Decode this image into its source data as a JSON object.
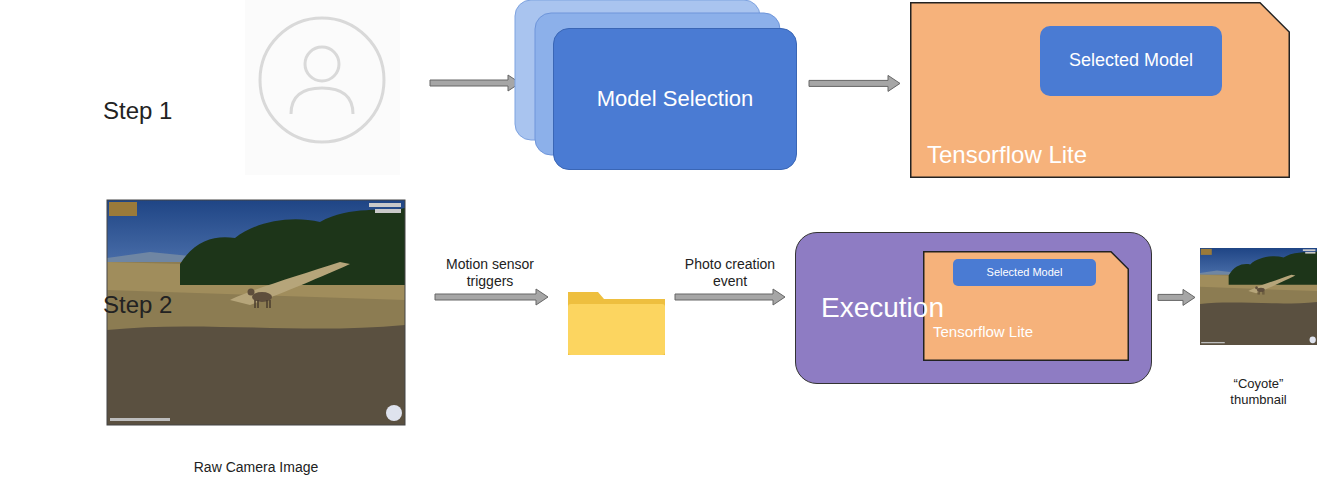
{
  "diagram": {
    "nodes": [
      {
        "text": [
          "Model Selection"
        ]
      },
      {
        "text": [
          "Tensorflow Lite"
        ]
      },
      {
        "text": [
          "Selected Model"
        ],
        "in": 1
      },
      {
        "text": [
          "Raw Camera Image"
        ]
      },
      {
        "text": [
          "Execution"
        ]
      },
      {
        "text": [
          "Tensorflow Lite"
        ],
        "in": 4
      },
      {
        "text": [
          "Selected Model"
        ],
        "in": 5
      },
      {
        "text": [
          "“Coyote” thumbnail"
        ]
      }
    ],
    "edges": [
      {
        "from": 0,
        "to": 1,
        "arrow": "to"
      },
      {
        "from": 4,
        "to": 7,
        "arrow": "to"
      }
    ],
    "labels": [
      "Step 1",
      "Step 2",
      "Motion sensor triggers",
      "Photo creation event"
    ]
  }
}
